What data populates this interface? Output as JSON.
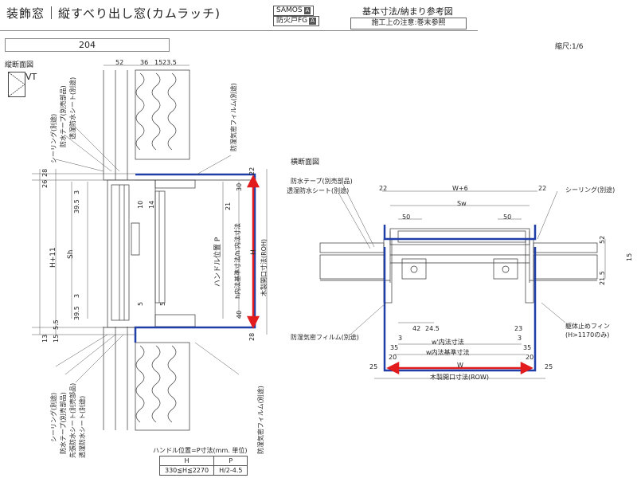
{
  "header": {
    "title_left": "装飾窓",
    "title_main": "縦すべり出し窓(カムラッチ)",
    "badge_samos": "SAMOS",
    "badge_fire": "防火戸FG",
    "badge_a": "A",
    "right_title": "基本寸法/納まり参考図",
    "note": "施工上の注意:巻末参照"
  },
  "code": "204",
  "scale": "縮尺:1/6",
  "vertical_section": {
    "title": "縦断面図",
    "vt": "VT",
    "top_dims": [
      "52",
      "36",
      "15",
      "23.5"
    ],
    "left_dims": [
      "28",
      "26",
      "3",
      "39.5",
      "3",
      "39.5",
      "5.5",
      "15",
      "13"
    ],
    "inner_dims": [
      "10",
      "14",
      "5",
      "5"
    ],
    "right_dims": [
      "22",
      "30",
      "21",
      "40",
      "28"
    ],
    "labels": {
      "sealing": "シーリング(別途)",
      "tape": "防水テープ(別売部品)",
      "sheet": "透湿防水シート(別途)",
      "film": "防湿気密フィルム(別途)",
      "h_plus": "H+11",
      "sh": "Sh",
      "handle": "ハンドル位置 P",
      "h": "H",
      "h_inner": "h内法基準寸法/h'内法寸法",
      "roh": "木製開口寸法(ROH)",
      "sealing_b": "シーリング(別途)",
      "tape_b": "防水テープ(別売部品)",
      "tape_b2": "先張防水シート(別売部品)",
      "sheet_b": "透湿防水シート(別途)",
      "film_b": "防湿気密フィルム(別途)"
    }
  },
  "horizontal_section": {
    "title": "横断面図",
    "labels": {
      "tape": "防水テープ(別売部品)",
      "sheet": "透湿防水シート(別途)",
      "sealing": "シーリング(別途)",
      "film": "防湿気密フィルム(別途)",
      "fin": "躯体止めフィン",
      "fin_cond": "(H>1170のみ)",
      "w6": "W+6",
      "sw": "Sw",
      "w_inner_prime": "w'内法寸法",
      "w_inner": "w内法基準寸法",
      "w": "W",
      "row": "木製開口寸法(ROW)"
    },
    "dims": [
      "22",
      "22",
      "50",
      "50",
      "52",
      "15",
      "21.5",
      "42",
      "24.5",
      "23",
      "3",
      "3",
      "35",
      "35",
      "20",
      "20",
      "25",
      "25"
    ]
  },
  "handle_table": {
    "title": "ハンドル位置=P寸法(mm. 単位)",
    "headers": [
      "H",
      "P"
    ],
    "rows": [
      [
        "330≦H≦2270",
        "H/2-4.5"
      ]
    ]
  },
  "colors": {
    "accent_blue": "#1f3ea8",
    "accent_red": "#e21c1c"
  }
}
